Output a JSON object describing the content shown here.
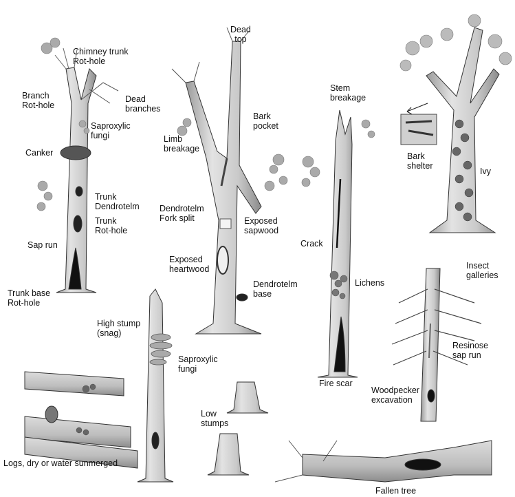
{
  "labels": {
    "chimney_trunk_rot_hole": [
      "Chimney trunk",
      "Rot-hole"
    ],
    "dead_branches": [
      "Dead",
      "branches"
    ],
    "branch_rot_hole": [
      "Branch",
      "Rot-hole"
    ],
    "saproxylic_fungi_a": [
      "Saproxylic",
      "fungi"
    ],
    "canker": [
      "Canker"
    ],
    "trunk_dendrotelm": [
      "Trunk",
      "Dendrotelm"
    ],
    "trunk_rot_hole": [
      "Trunk",
      "Rot-hole"
    ],
    "sap_run": [
      "Sap run"
    ],
    "trunk_base_rot_hole": [
      "Trunk base",
      "Rot-hole"
    ],
    "dead_top": [
      "Dead",
      "top"
    ],
    "bark_pocket": [
      "Bark",
      "pocket"
    ],
    "limb_breakage": [
      "Limb",
      "breakage"
    ],
    "dendrotelm_fork_split": [
      "Dendrotelm",
      "Fork split"
    ],
    "exposed_sapwood": [
      "Exposed",
      "sapwood"
    ],
    "exposed_heartwood": [
      "Exposed",
      "heartwood"
    ],
    "dendrotelm_base": [
      "Dendrotelm",
      "base"
    ],
    "stem_breakage": [
      "Stem",
      "breakage"
    ],
    "crack": [
      "Crack"
    ],
    "lichens": [
      "Lichens"
    ],
    "fire_scar": [
      "Fire scar"
    ],
    "bark_shelter": [
      "Bark",
      "shelter"
    ],
    "ivy": [
      "Ivy"
    ],
    "insect_galleries": [
      "Insect",
      "galleries"
    ],
    "resinose_sap_run": [
      "Resinose",
      "sap run"
    ],
    "woodpecker_excavation": [
      "Woodpecker",
      "excavation"
    ],
    "high_stump": [
      "High stump",
      "(snag)"
    ],
    "saproxylic_fungi_b": [
      "Saproxylic",
      "fungi"
    ],
    "low_stumps": [
      "Low",
      "stumps"
    ],
    "logs": [
      "Logs, dry or water sunmerged"
    ],
    "fallen_tree": [
      "Fallen tree"
    ]
  }
}
